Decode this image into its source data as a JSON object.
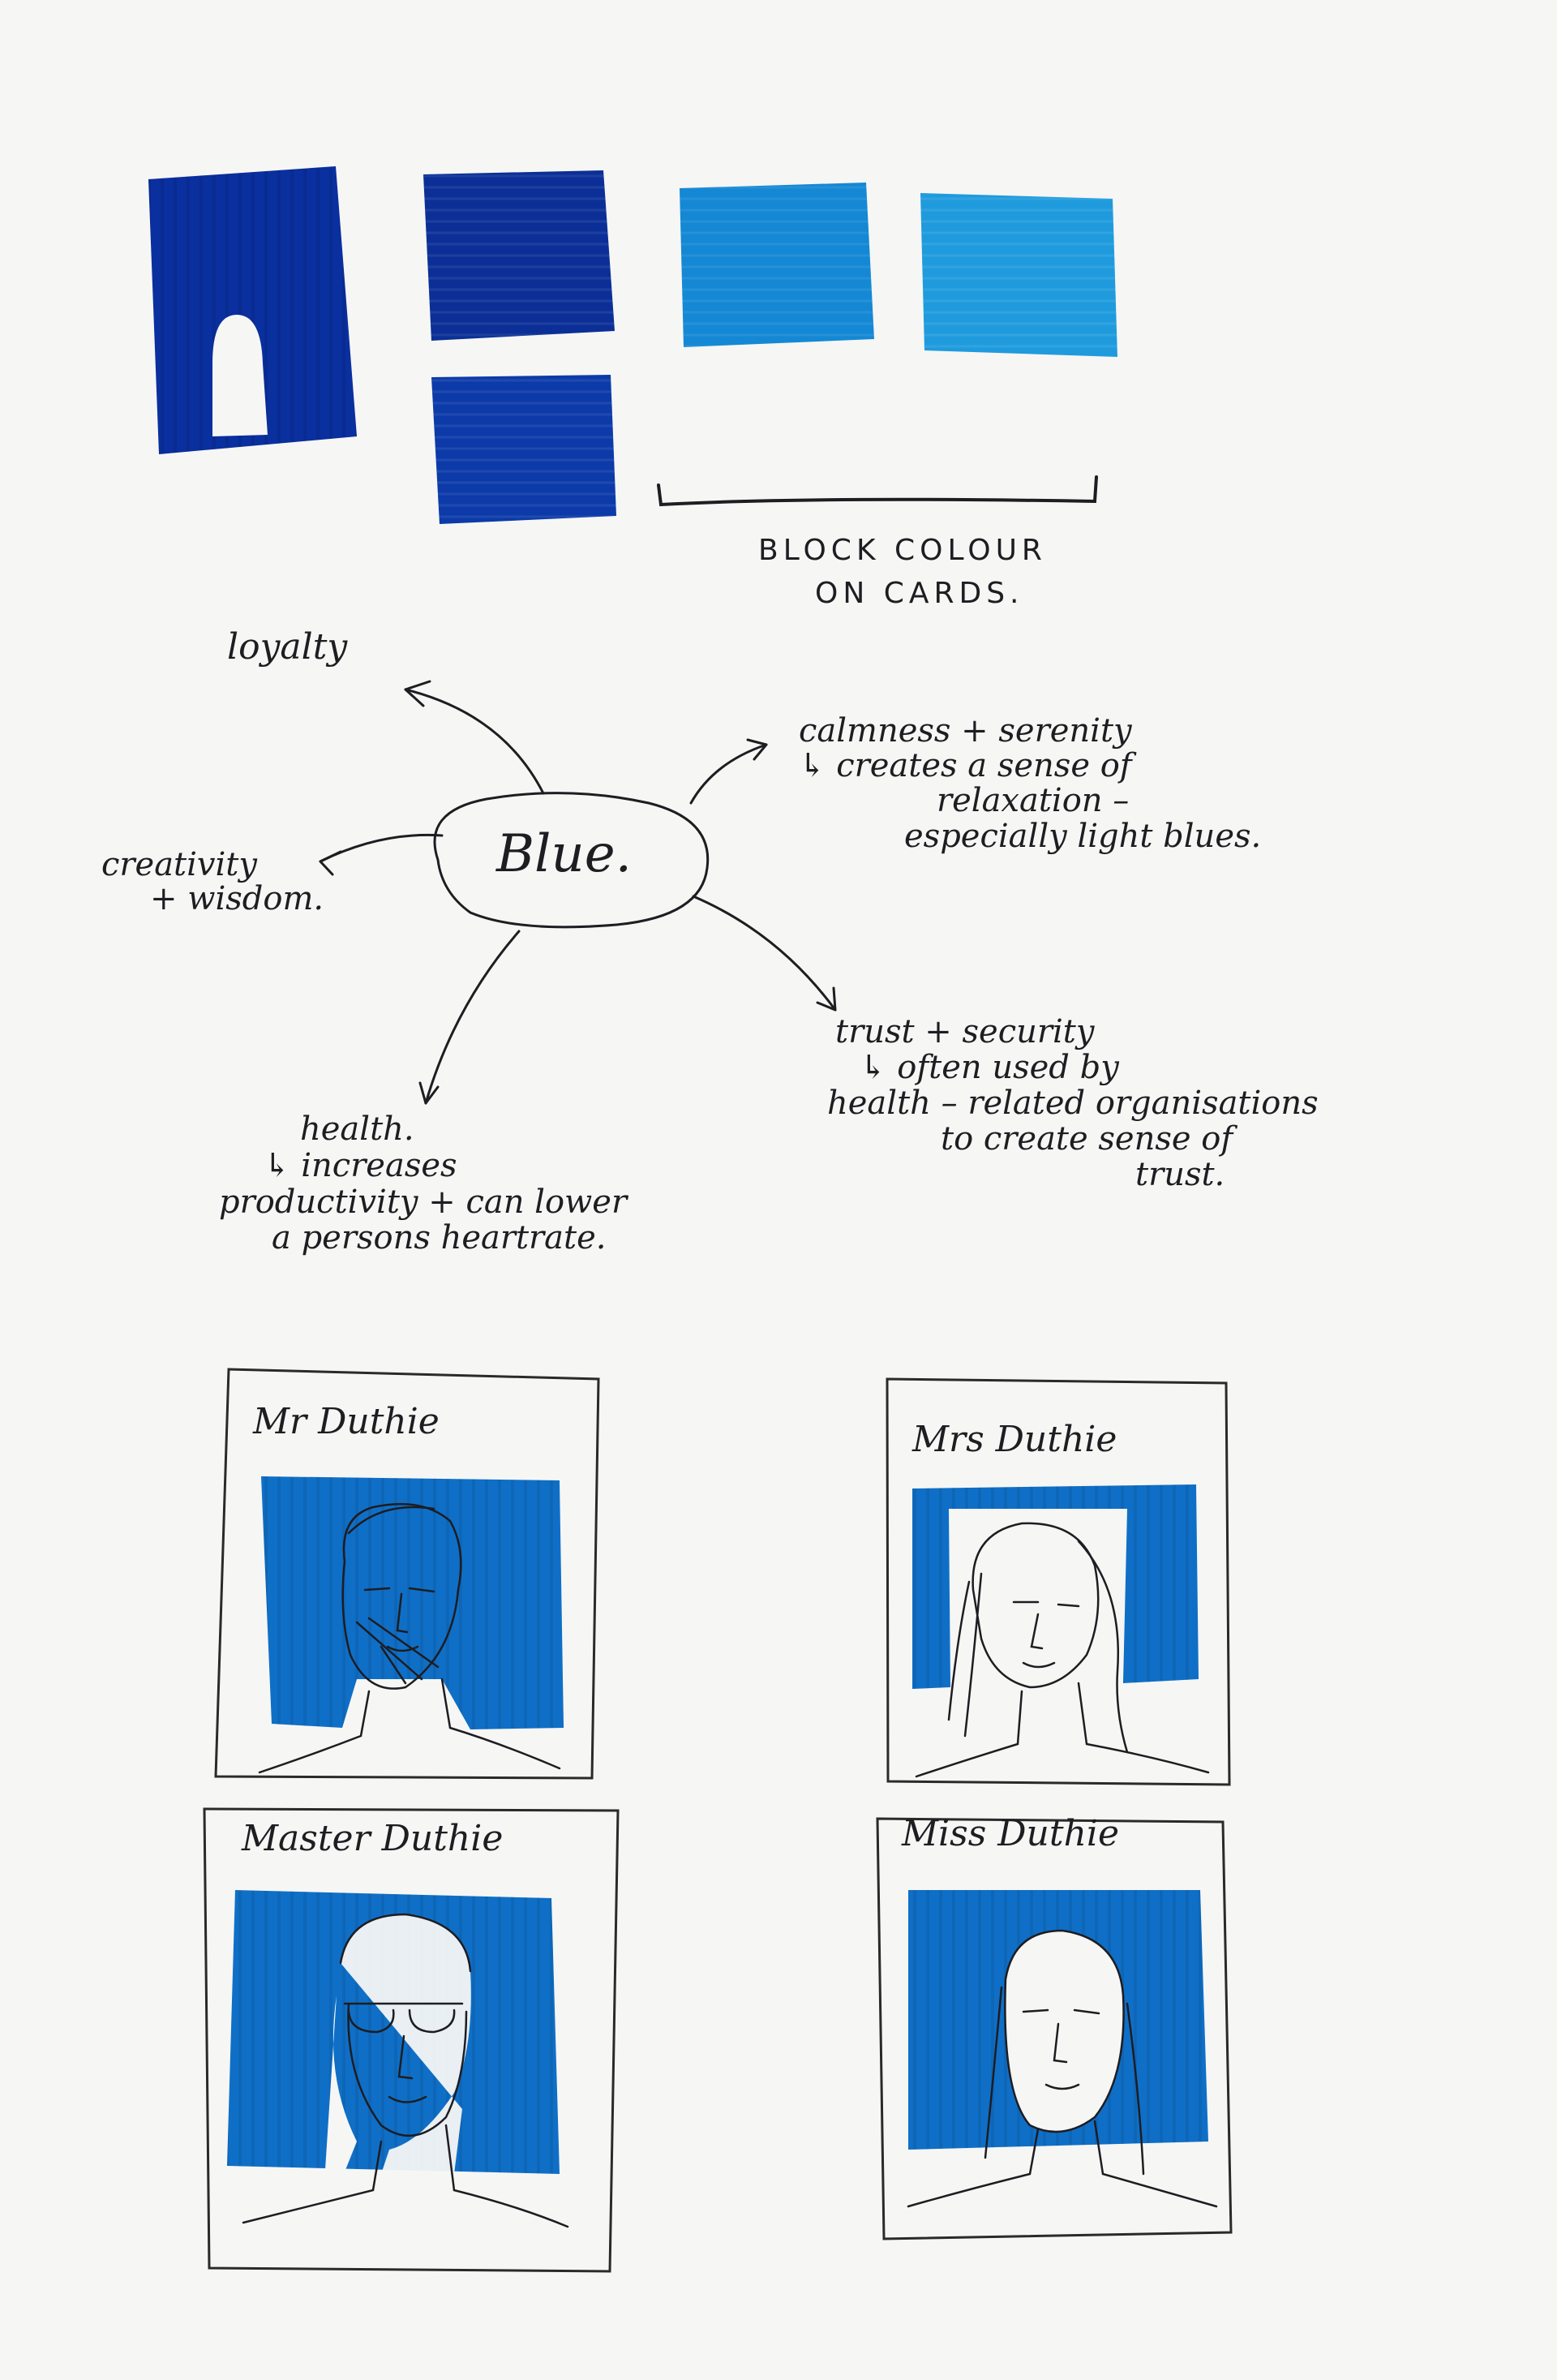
{
  "swatches_caption": [
    "BLOCK COLOUR",
    "ON CARDS."
  ],
  "colors": {
    "dark_blue": "#0a2f9e",
    "mid_blue": "#0b3ba6",
    "bright_blue": "#1487d4",
    "light_blue": "#1d99dc",
    "card_blue": "#0f6fc7",
    "ink": "#1d1d22"
  },
  "mindmap": {
    "center": "Blue.",
    "loyalty": "loyalty",
    "creativity": [
      "creativity",
      "+ wisdom."
    ],
    "calmness": [
      "calmness + serenity",
      "↳ creates a sense of",
      "relaxation –",
      "especially light blues."
    ],
    "trust": [
      "trust + security",
      "↳ often used by",
      "health – related organisations",
      "to create sense of",
      "trust."
    ],
    "health": [
      "health.",
      "↳ increases",
      "productivity + can lower",
      "a persons heartrate."
    ]
  },
  "cards": [
    {
      "name": "Mr Duthie"
    },
    {
      "name": "Mrs Duthie"
    },
    {
      "name": "Master Duthie"
    },
    {
      "name": "Miss Duthie"
    }
  ]
}
